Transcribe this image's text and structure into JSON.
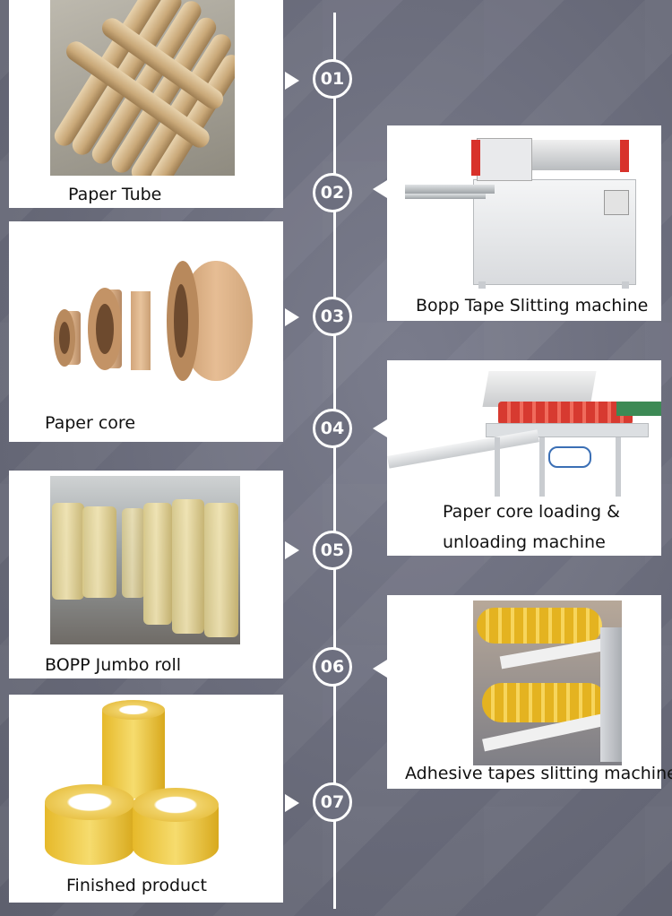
{
  "steps": [
    {
      "number": "01",
      "label": "Paper Tube"
    },
    {
      "number": "02",
      "label": "Bopp Tape Slitting machine"
    },
    {
      "number": "03",
      "label": "Paper core"
    },
    {
      "number": "04",
      "label_line1": "Paper core loading &",
      "label_line2": "unloading machine"
    },
    {
      "number": "05",
      "label": "BOPP Jumbo roll"
    },
    {
      "number": "06",
      "label": "Adhesive tapes slitting machine"
    },
    {
      "number": "07",
      "label": "Finished product"
    }
  ],
  "colors": {
    "background": "#6e7080",
    "timeline": "#ffffff",
    "card": "#ffffff"
  }
}
